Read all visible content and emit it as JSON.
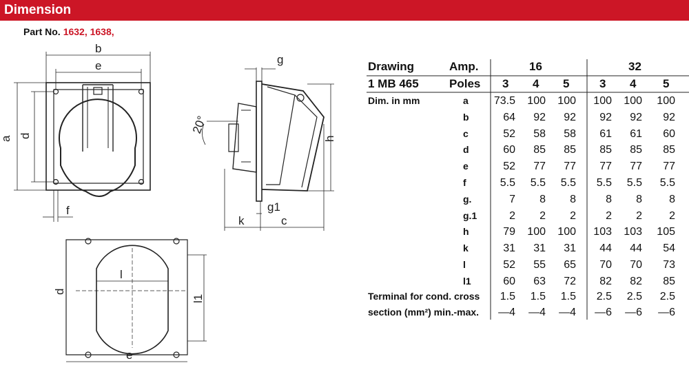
{
  "header": {
    "title": "Dimension"
  },
  "part": {
    "label": "Part No.",
    "value": "1632, 1638,"
  },
  "drawing_labels": {
    "b": "b",
    "e": "e",
    "a": "a",
    "d": "d",
    "f": "f",
    "g": "g",
    "angle": "20°",
    "h": "h",
    "g1": "g1",
    "k": "k",
    "c": "c",
    "d2": "d",
    "l": "l",
    "l1": "l1",
    "e2": "e"
  },
  "table": {
    "col1_row1": "Drawing",
    "col1_row2": "1 MB 465",
    "amp_label": "Amp.",
    "poles_label": "Poles",
    "amp_values": [
      "16",
      "32"
    ],
    "poles": [
      "3",
      "4",
      "5",
      "3",
      "4",
      "5"
    ],
    "dim_label": "Dim. in mm",
    "rows": [
      {
        "label": "a",
        "values": [
          "73.5",
          "100",
          "100",
          "100",
          "100",
          "100"
        ]
      },
      {
        "label": "b",
        "values": [
          "64",
          "92",
          "92",
          "92",
          "92",
          "92"
        ]
      },
      {
        "label": "c",
        "values": [
          "52",
          "58",
          "58",
          "61",
          "61",
          "60"
        ]
      },
      {
        "label": "d",
        "values": [
          "60",
          "85",
          "85",
          "85",
          "85",
          "85"
        ]
      },
      {
        "label": "e",
        "values": [
          "52",
          "77",
          "77",
          "77",
          "77",
          "77"
        ]
      },
      {
        "label": "f",
        "values": [
          "5.5",
          "5.5",
          "5.5",
          "5.5",
          "5.5",
          "5.5"
        ]
      },
      {
        "label": "g.",
        "values": [
          "7",
          "8",
          "8",
          "8",
          "8",
          "8"
        ]
      },
      {
        "label": "g.1",
        "values": [
          "2",
          "2",
          "2",
          "2",
          "2",
          "2"
        ]
      },
      {
        "label": "h",
        "values": [
          "79",
          "100",
          "100",
          "103",
          "103",
          "105"
        ]
      },
      {
        "label": "k",
        "values": [
          "31",
          "31",
          "31",
          "44",
          "44",
          "54"
        ]
      },
      {
        "label": "l",
        "values": [
          "52",
          "55",
          "65",
          "70",
          "70",
          "73"
        ]
      },
      {
        "label": "l1",
        "values": [
          "60",
          "63",
          "72",
          "82",
          "82",
          "85"
        ]
      }
    ],
    "terminal_label_1": "Terminal for cond. cross",
    "terminal_label_2": "section (mm²) min.-max.",
    "terminal_min": [
      "1.5",
      "1.5",
      "1.5",
      "2.5",
      "2.5",
      "2.5"
    ],
    "terminal_max": [
      "—4",
      "—4",
      "—4",
      "—6",
      "—6",
      "—6"
    ]
  }
}
